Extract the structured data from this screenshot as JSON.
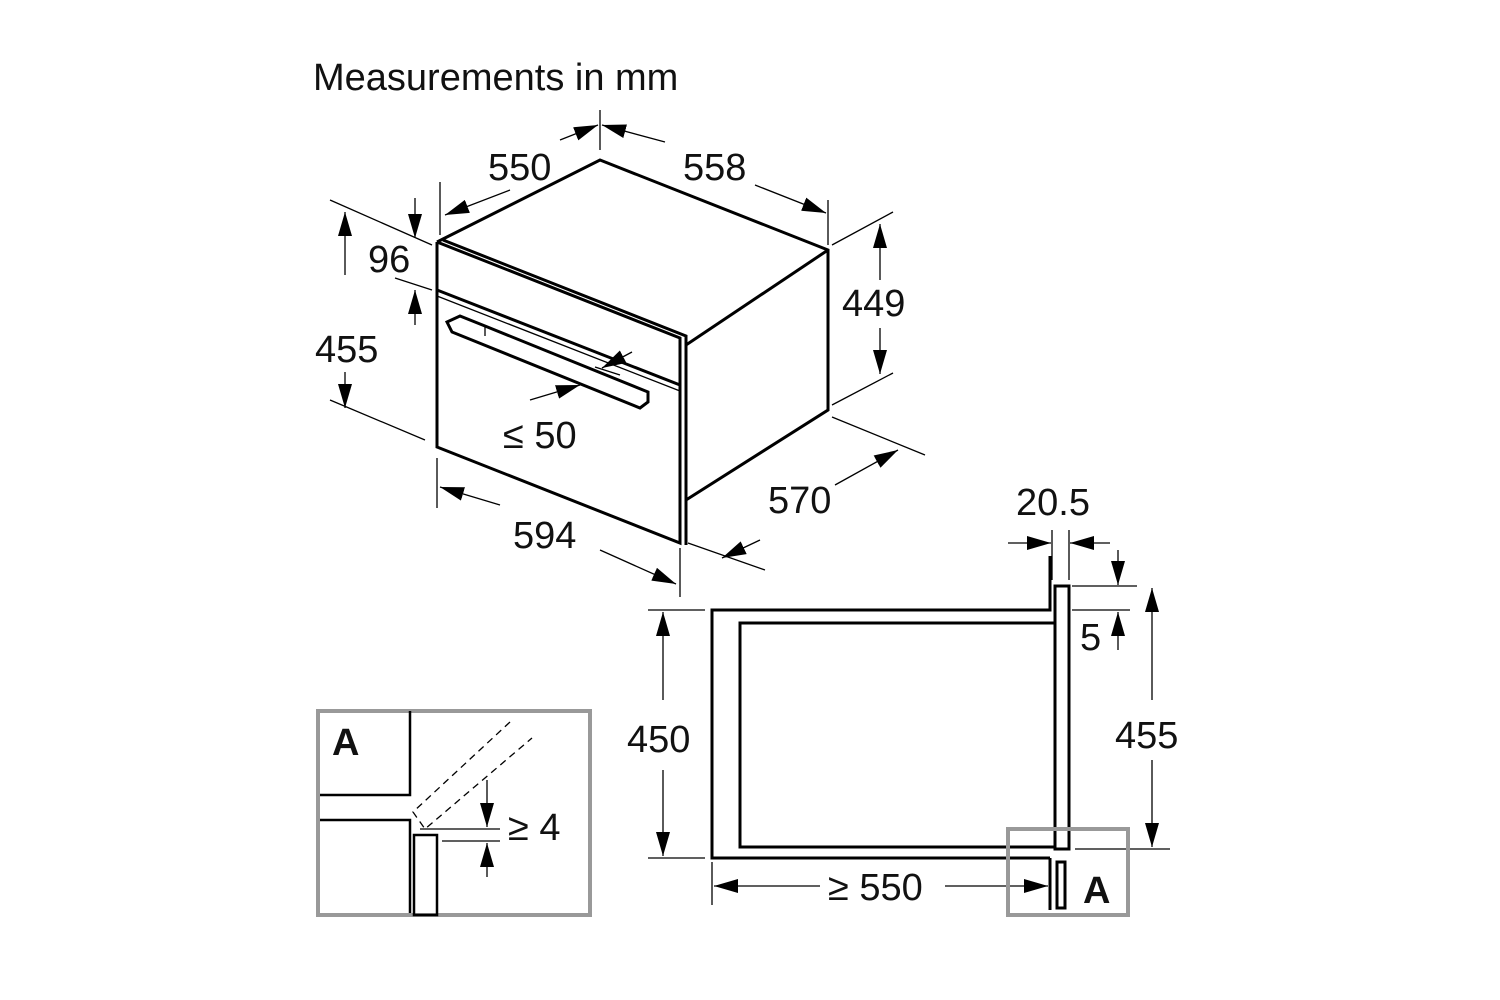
{
  "title": "Measurements in mm",
  "oven_view": {
    "depth_top": "550",
    "width_body": "558",
    "panel_height": "96",
    "front_height": "455",
    "body_height": "449",
    "handle_depth": "≤ 50",
    "front_width": "594",
    "total_depth": "570"
  },
  "section_view": {
    "door_thickness": "20.5",
    "top_offset": "5",
    "niche_height": "450",
    "front_height": "455",
    "niche_depth": "≥ 550",
    "detail_ref": "A"
  },
  "detail_a": {
    "label": "A",
    "gap": "≥ 4"
  }
}
